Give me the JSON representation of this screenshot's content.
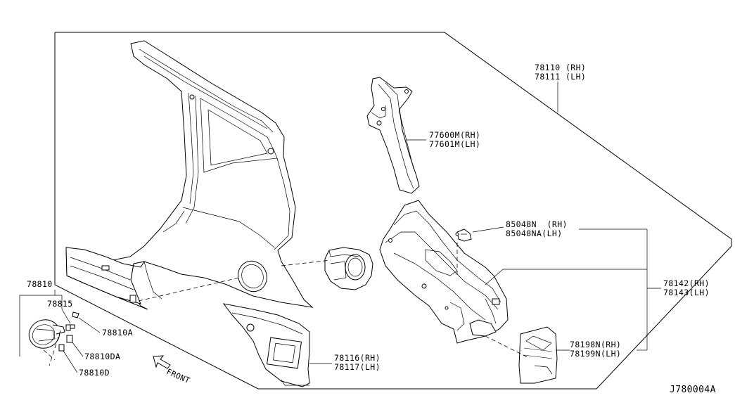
{
  "labels": {
    "p78110": "78110 (RH)",
    "p78111": "78111 (LH)",
    "p77600m": "77600M(RH)",
    "p77601m": "77601M(LH)",
    "p85048n": "85048N  (RH)",
    "p85048na": "85048NA(LH)",
    "p78142": "78142(RH)",
    "p78143": "78143(LH)",
    "p78198n": "78198N(RH)",
    "p78199n": "78199N(LH)",
    "p78116": "78116(RH)",
    "p78117": "78117(LH)",
    "p78810": "78810",
    "p78815": "78815",
    "p78810a": "78810A",
    "p78810da": "78810DA",
    "p78810d": "78810D",
    "front": "FRONT",
    "diagram_id": "J780004A"
  },
  "icons": {
    "front_arrow": "front-arrow-icon"
  }
}
